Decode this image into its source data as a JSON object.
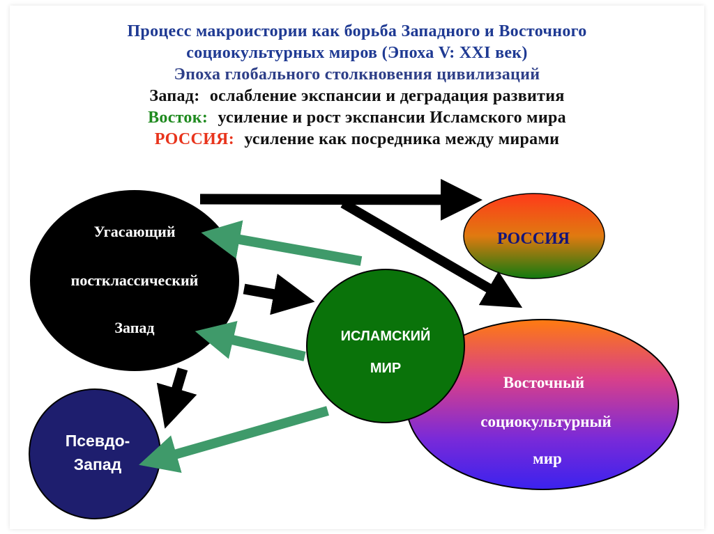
{
  "header": {
    "line1": "Процесс макроистории как борьба Западного и Восточного",
    "line2": "социокультурных миров (Эпоха V: XXI век)",
    "line3": "Эпоха глобального столкновения цивилизаций",
    "west_label": "Запад:",
    "west_text": "ослабление экспансии и деградация развития",
    "east_label": "Восток:",
    "east_text": "усиление и рост экспансии Исламского мира",
    "russia_label": "РОССИЯ:",
    "russia_text": "усиление как посредника между мирами"
  },
  "nodes": {
    "west": {
      "line1": "Угасающий",
      "line2": "постклассический",
      "line3": "Запад"
    },
    "russia": {
      "label": "РОССИЯ"
    },
    "islam": {
      "line1": "ИСЛАМСКИЙ",
      "line2": "МИР"
    },
    "east": {
      "line1": "Восточный",
      "line2": "социокультурный",
      "line3": "мир"
    },
    "pseudo": {
      "line1": "Псевдо-",
      "line2": "Запад"
    }
  },
  "colors": {
    "west_fill": "#000000",
    "islam_fill": "#0a730a",
    "pseudo_fill": "#1e1e6e",
    "russia_gradient": [
      "#ff3a1a",
      "#e07a10",
      "#117a10"
    ],
    "east_gradient": [
      "#ff7b10",
      "#d8408a",
      "#7a2ad8",
      "#3b22ee"
    ],
    "arrow_black": "#000000",
    "arrow_green": "#3f9a6a"
  }
}
